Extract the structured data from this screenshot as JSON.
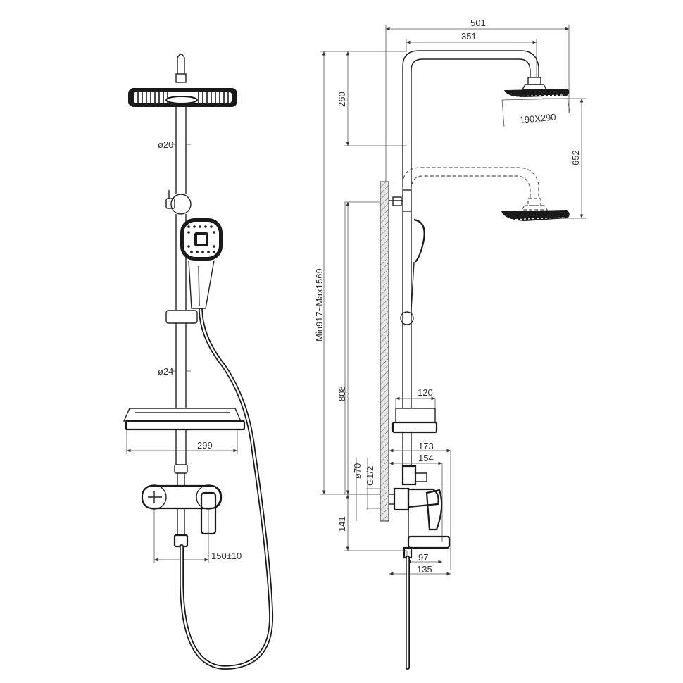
{
  "dimensions": {
    "width_total": "501",
    "width_arm": "351",
    "arm_height": "260",
    "head_size": "190X290",
    "height_adjust": "652",
    "height_range": "Min917~Max1569",
    "height_808": "808",
    "shelf_depth": "120",
    "depth_173": "173",
    "depth_154": "154",
    "dia_70": "ø70",
    "thread": "G1/2",
    "height_141": "141",
    "depth_97": "97",
    "depth_135": "135",
    "rod_upper": "ø20",
    "rod_lower": "ø24",
    "shelf_width": "299",
    "inlet_spacing": "150±10"
  }
}
